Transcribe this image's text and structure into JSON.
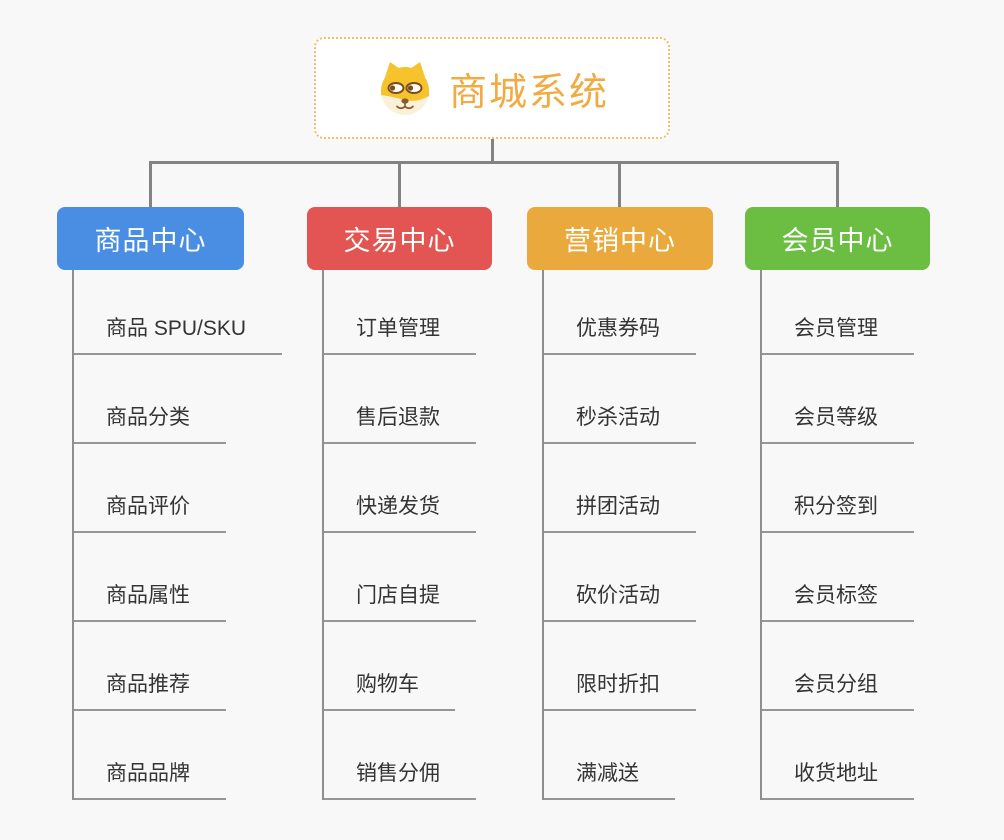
{
  "root": {
    "title": "商城系统",
    "icon": "dog-face-icon",
    "title_color": "#F0AC43",
    "border_color": "#F3BD6E",
    "background": "#FFFFFF"
  },
  "connector_color": "#838383",
  "leaf_text_color": "#343434",
  "page_background": "#F8F8F8",
  "branches": [
    {
      "label": "商品中心",
      "color": "#4A8EE4",
      "children": [
        "商品 SPU/SKU",
        "商品分类",
        "商品评价",
        "商品属性",
        "商品推荐",
        "商品品牌"
      ]
    },
    {
      "label": "交易中心",
      "color": "#E25552",
      "children": [
        "订单管理",
        "售后退款",
        "快递发货",
        "门店自提",
        "购物车",
        "销售分佣"
      ]
    },
    {
      "label": "营销中心",
      "color": "#E9A93C",
      "children": [
        "优惠券码",
        "秒杀活动",
        "拼团活动",
        "砍价活动",
        "限时折扣",
        "满减送"
      ]
    },
    {
      "label": "会员中心",
      "color": "#6CBE43",
      "children": [
        "会员管理",
        "会员等级",
        "积分签到",
        "会员标签",
        "会员分组",
        "收货地址"
      ]
    }
  ]
}
